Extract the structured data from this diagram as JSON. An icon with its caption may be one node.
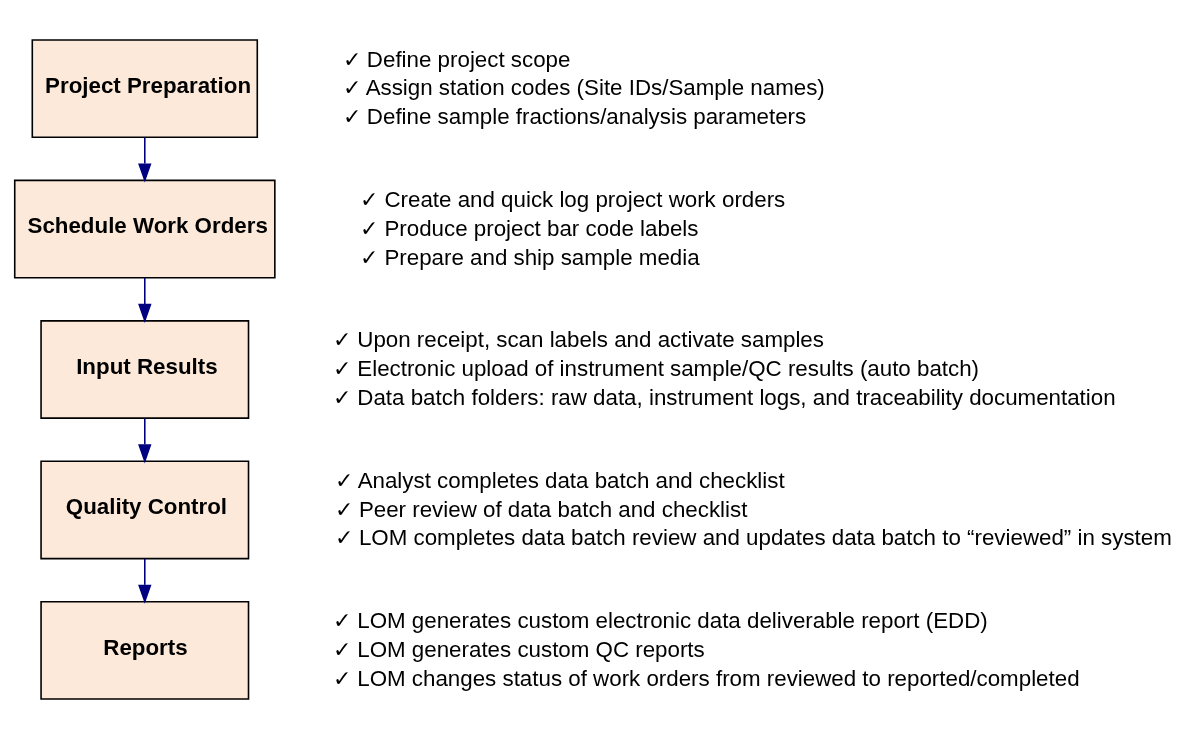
{
  "diagram": {
    "nodes": [
      {
        "text": [
          "Project Preparation"
        ],
        "beside": [
          "✓ Define project scope",
          "✓ Assign station codes (Site IDs/Sample names)",
          "✓ Define sample fractions/analysis parameters"
        ]
      },
      {
        "text": [
          "Schedule Work Orders"
        ],
        "beside": [
          "✓ Create and quick log project work orders",
          "✓ Produce project bar code labels",
          "✓ Prepare and ship sample media"
        ]
      },
      {
        "text": [
          "Input Results"
        ],
        "beside": [
          "✓ Upon receipt, scan labels and activate samples",
          "✓ Electronic upload of instrument sample/QC results (auto batch)",
          "✓ Data batch folders: raw data, instrument logs, and traceability documentation"
        ]
      },
      {
        "text": [
          "Quality Control"
        ],
        "beside": [
          "✓ Analyst completes data batch and checklist",
          "✓ Peer review of data batch and checklist",
          "✓ LOM completes data batch review and updates data batch to “reviewed” in system"
        ]
      },
      {
        "text": [
          "Reports"
        ],
        "beside": [
          "✓ LOM generates custom electronic data deliverable report (EDD)",
          "✓ LOM generates custom QC reports",
          "✓ LOM changes status of work orders from reviewed to reported/completed"
        ]
      }
    ],
    "edges": [
      {
        "from": 0,
        "to": 1,
        "arrow": "to"
      },
      {
        "from": 1,
        "to": 2,
        "arrow": "to"
      },
      {
        "from": 2,
        "to": 3,
        "arrow": "to"
      },
      {
        "from": 3,
        "to": 4,
        "arrow": "to"
      }
    ]
  }
}
